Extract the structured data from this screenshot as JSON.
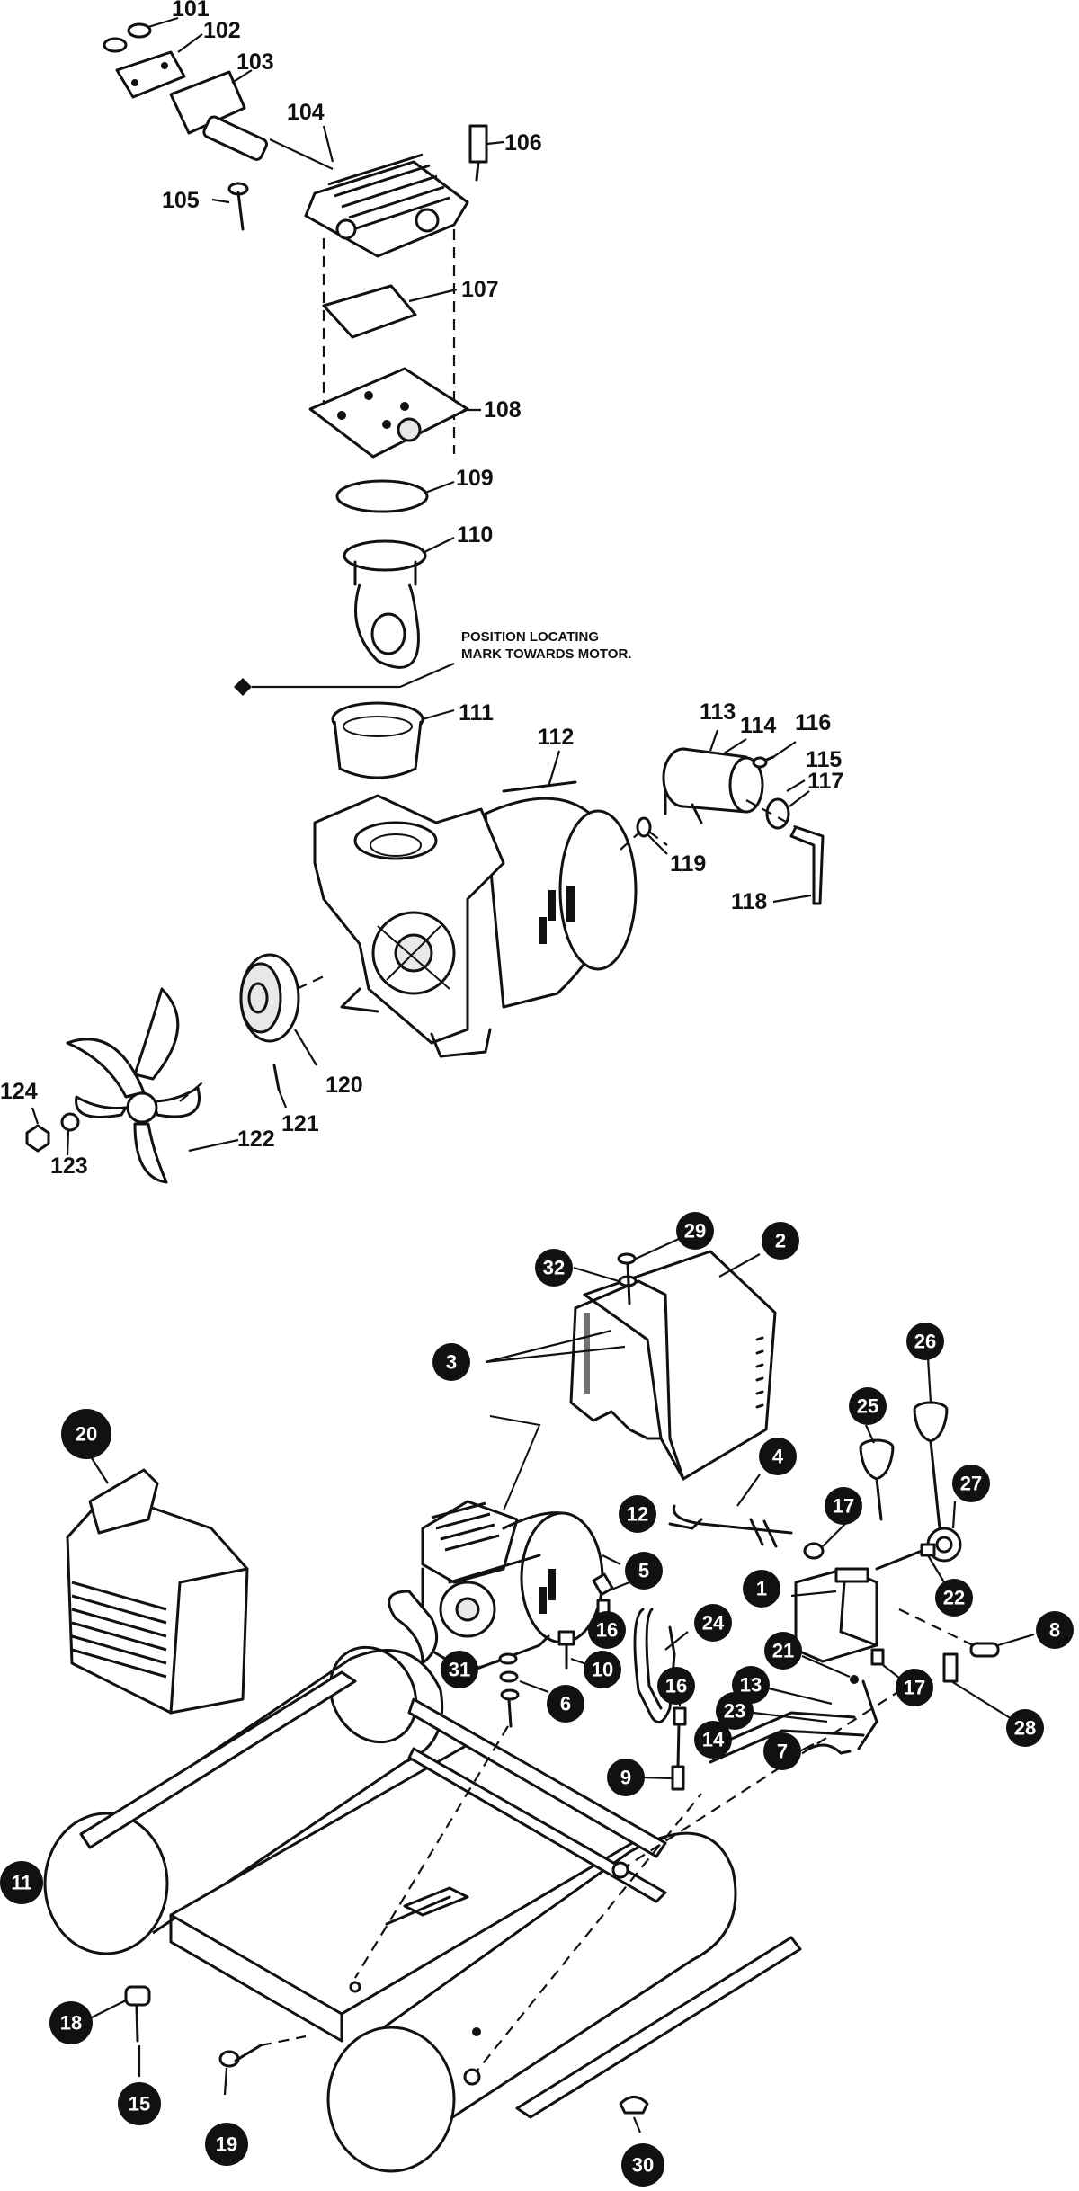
{
  "top_assembly": {
    "note_line1": "POSITION LOCATING",
    "note_line2": "MARK TOWARDS MOTOR.",
    "labels": [
      "101",
      "102",
      "103",
      "104",
      "105",
      "106",
      "107",
      "108",
      "109",
      "110",
      "111",
      "112",
      "113",
      "114",
      "116",
      "115",
      "117",
      "118",
      "119",
      "120",
      "121",
      "122",
      "123",
      "124"
    ]
  },
  "bottom_assembly": {
    "callouts": [
      "29",
      "2",
      "32",
      "3",
      "4",
      "26",
      "25",
      "27",
      "17",
      "1",
      "12",
      "5",
      "22",
      "8",
      "16",
      "24",
      "10",
      "31",
      "6",
      "21",
      "13",
      "17",
      "28",
      "23",
      "16",
      "14",
      "7",
      "9",
      "20",
      "11",
      "18",
      "15",
      "19",
      "30"
    ]
  },
  "colors": {
    "ink": "#111111",
    "paper": "#ffffff"
  }
}
